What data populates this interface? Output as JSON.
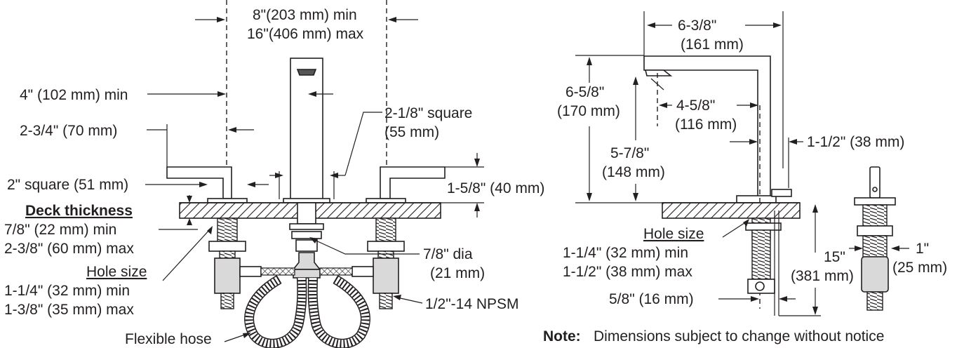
{
  "front_view": {
    "spread_min": "8\"(203 mm) min",
    "spread_max": "16\"(406 mm) max",
    "handle_min": "4\" (102 mm) min",
    "handle_reach": "2-3/4\" (70 mm)",
    "spout_square_1": "2-1/8\" square",
    "spout_square_2": "(55 mm)",
    "base_square": "2\" square (51 mm)",
    "handle_height": "1-5/8\" (40 mm)",
    "deck_title": "Deck thickness",
    "deck_min": "7/8\" (22 mm)  min",
    "deck_max": "2-3/8\" (60 mm) max",
    "hole_title": "Hole size",
    "hole_min": "1-1/4\" (32 mm)  min",
    "hole_max": "1-3/8\" (35 mm) max",
    "shank_dia_1": "7/8\" dia",
    "shank_dia_2": "(21 mm)",
    "thread": "1/2\"-14 NPSM",
    "hose": "Flexible hose"
  },
  "side_view": {
    "reach_1": "6-3/8\"",
    "reach_2": "(161 mm)",
    "height_1": "6-5/8\"",
    "height_2": "(170 mm)",
    "aerator_reach_1": "4-5/8\"",
    "aerator_reach_2": "(116 mm)",
    "outlet_height_1": "5-7/8\"",
    "outlet_height_2": "(148 mm)",
    "base_offset": "1-1/2\" (38 mm)",
    "hole_title": "Hole size",
    "hole_min": "1-1/4\" (32 mm)  min",
    "hole_max": "1-1/2\" (38 mm) max",
    "total_height_1": "15\"",
    "total_height_2": "(381 mm)",
    "lift_rod": "5/8\" (16 mm)"
  },
  "drain_view": {
    "dia_1": "1\"",
    "dia_2": "(25 mm)"
  },
  "note": {
    "label": "Note:",
    "text": "Dimensions subject to change without notice"
  }
}
